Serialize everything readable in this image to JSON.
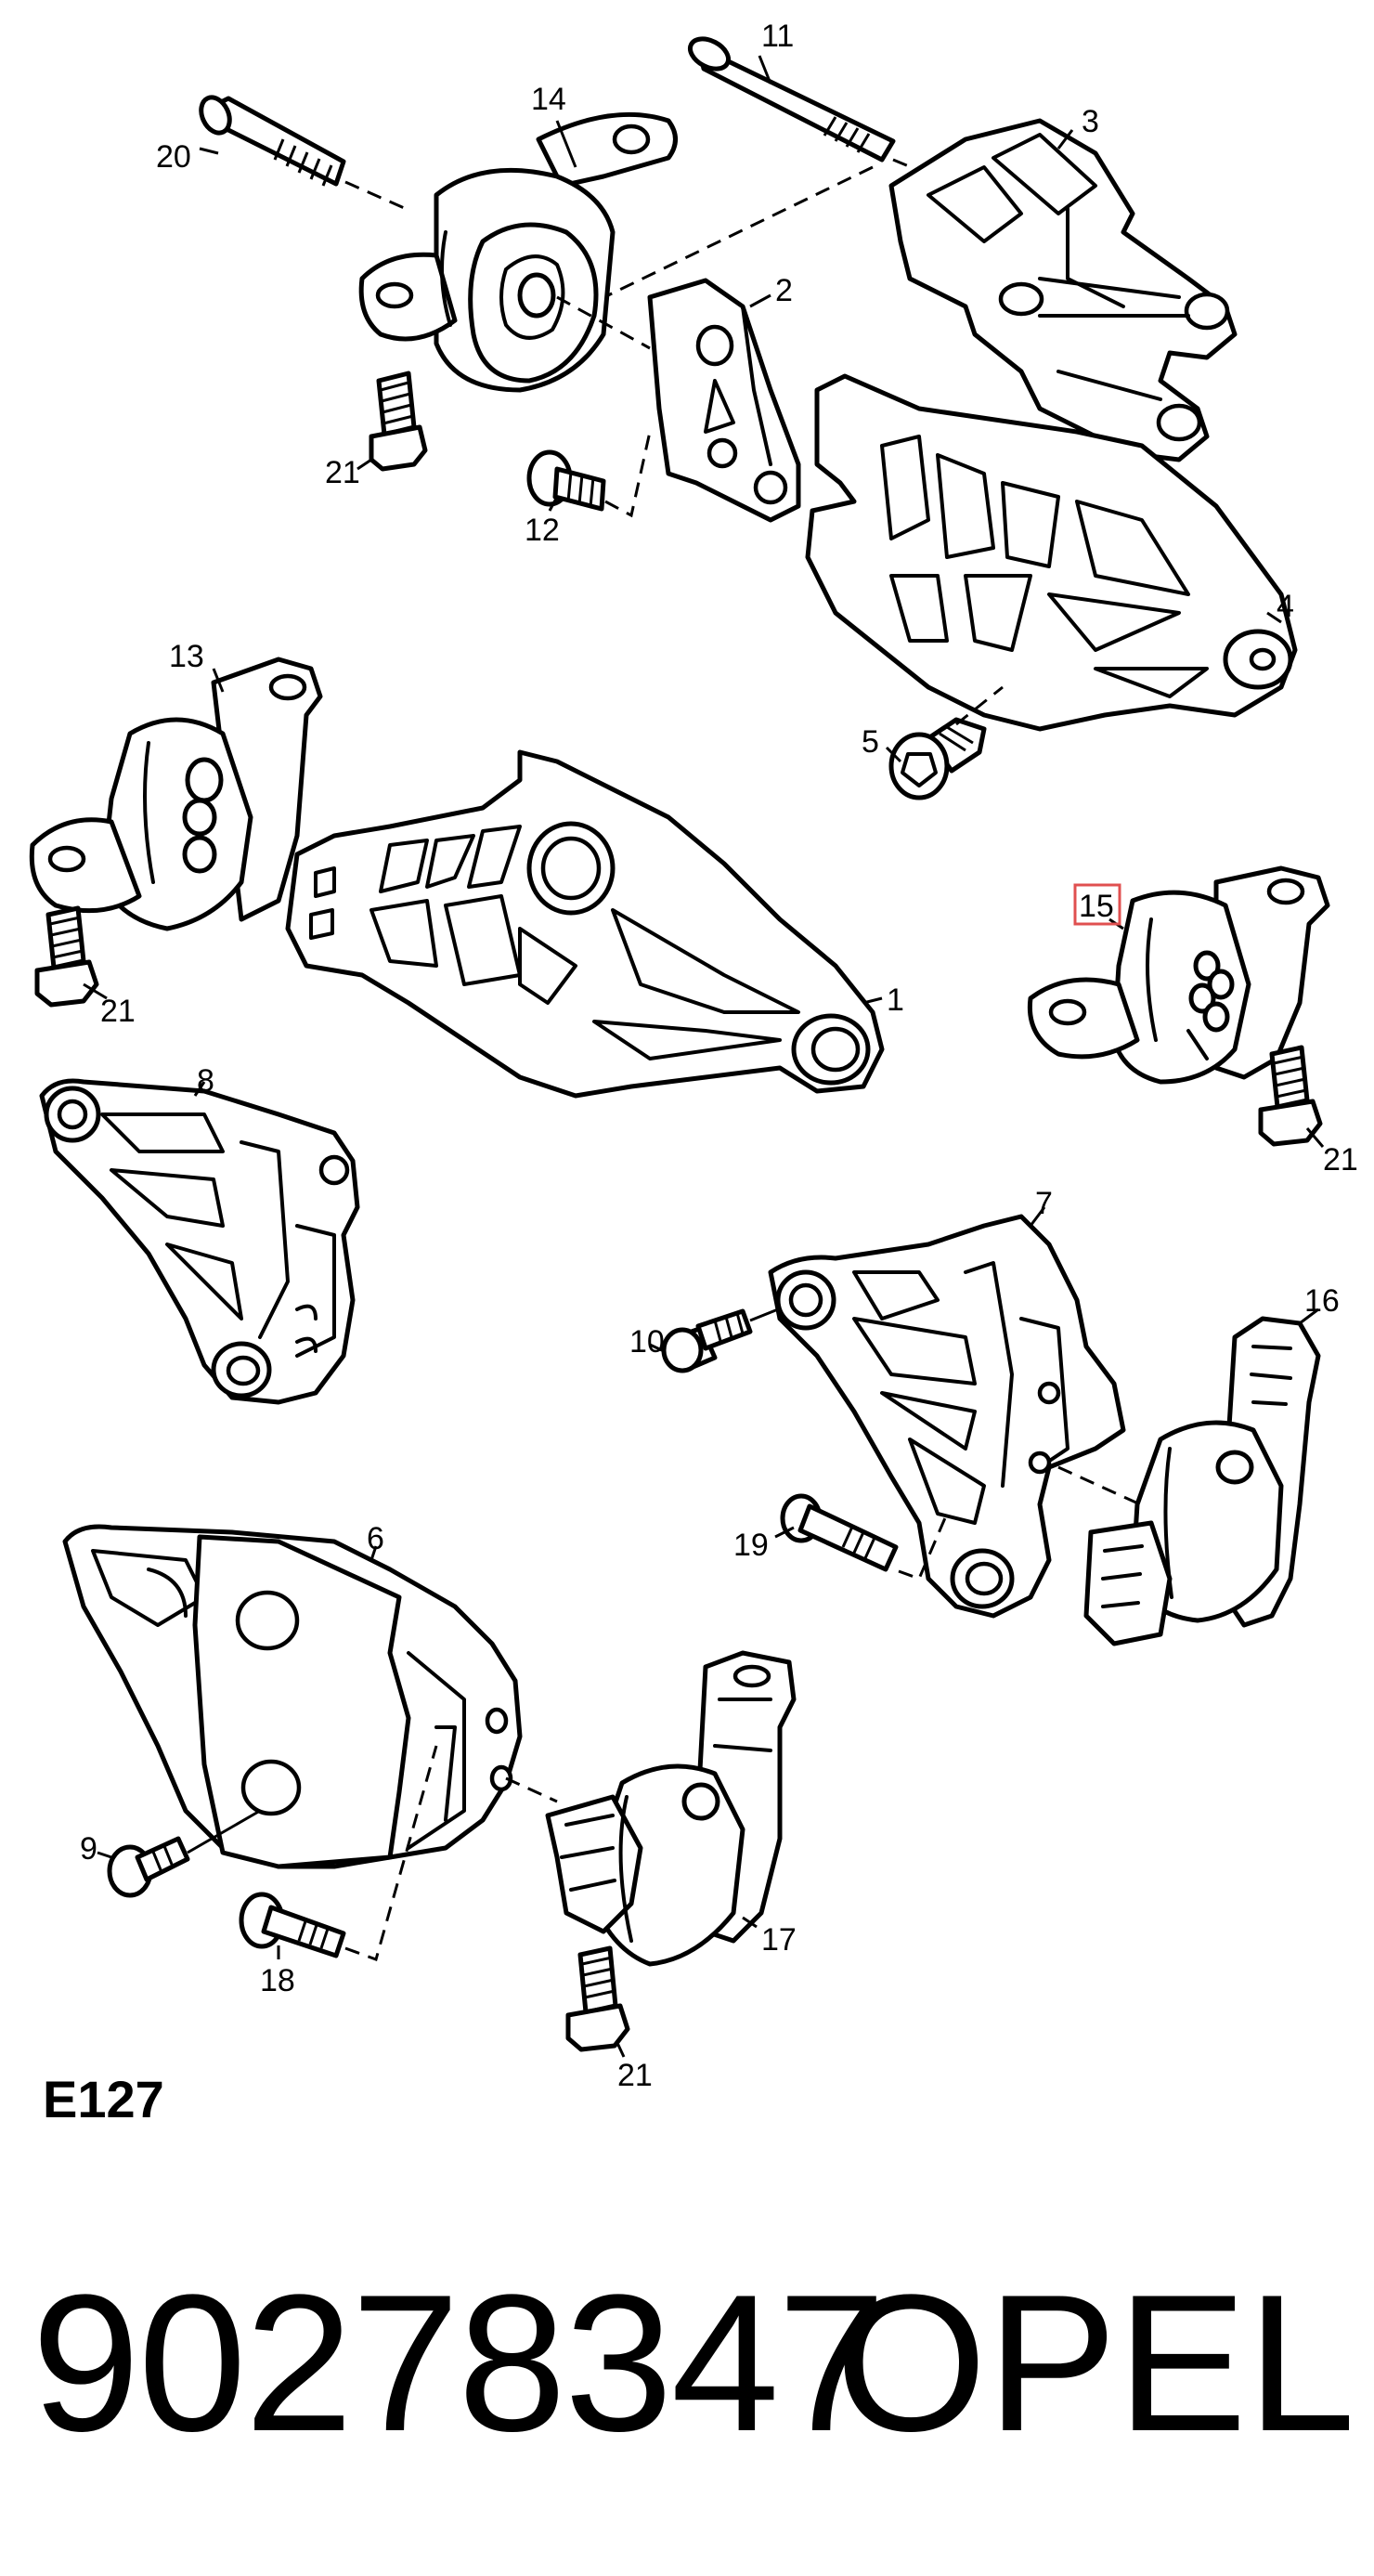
{
  "diagram": {
    "code": "E127",
    "part_number": "90278347",
    "brand": "OPEL",
    "highlighted_callout": "15",
    "callouts": {
      "c1": "1",
      "c2": "2",
      "c3": "3",
      "c4": "4",
      "c5": "5",
      "c6": "6",
      "c7": "7",
      "c8": "8",
      "c9": "9",
      "c10": "10",
      "c11": "11",
      "c12": "12",
      "c13": "13",
      "c14": "14",
      "c15": "15",
      "c16": "16",
      "c17": "17",
      "c18": "18",
      "c19": "19",
      "c20": "20",
      "c21a": "21",
      "c21b": "21",
      "c21c": "21",
      "c21d": "21"
    }
  }
}
